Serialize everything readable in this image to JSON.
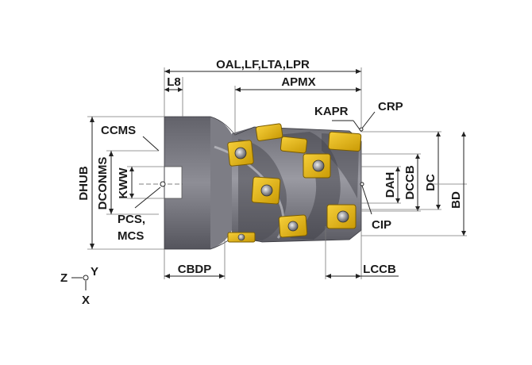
{
  "labels": {
    "oal": "OAL,LF,LTA,LPR",
    "l8": "L8",
    "apmx": "APMX",
    "kapr": "KAPR",
    "crp": "CRP",
    "ccms": "CCMS",
    "dhub": "DHUB",
    "dconms": "DCONMS",
    "kww": "KWW",
    "pcs_mcs_line1": "PCS,",
    "pcs_mcs_line2": "MCS",
    "dah": "DAH",
    "dccb": "DCCB",
    "dc": "DC",
    "bd": "BD",
    "cip": "CIP",
    "cbdp": "CBDP",
    "lccb": "LCCB",
    "axis_z": "Z",
    "axis_y": "Y",
    "axis_x": "X"
  },
  "colors": {
    "body_dark": "#55555c",
    "body_mid": "#7a7a82",
    "body_light": "#b7b7bf",
    "insert_gold": "#e8b60d",
    "insert_edge": "#8a6a00",
    "screw": "#c8c8cc"
  }
}
